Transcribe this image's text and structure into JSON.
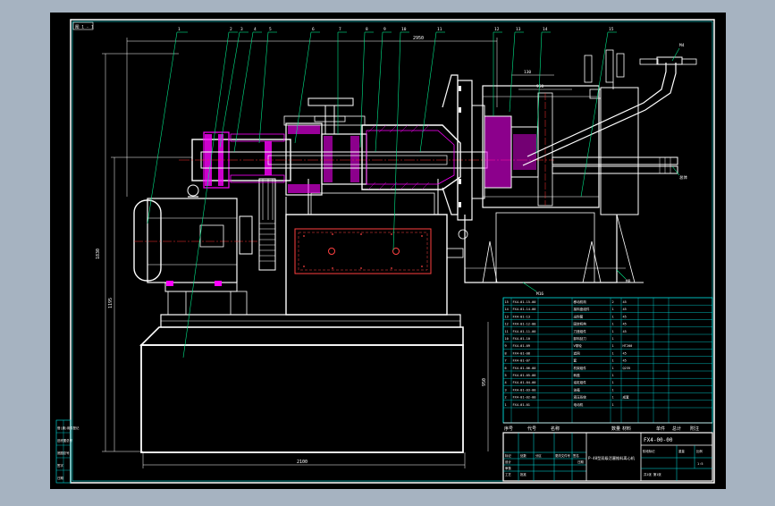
{
  "sheet_tag": "图 1 - 1",
  "dims": {
    "top_total": "2950",
    "left_total": "1830",
    "left_sub": "1195",
    "bottom_total": "2100",
    "right_side": "950",
    "mid_a": "130",
    "mid_b": "950"
  },
  "balloons": [
    "1",
    "2",
    "3",
    "4",
    "5",
    "6",
    "7",
    "8",
    "9",
    "10",
    "11",
    "12",
    "13",
    "14",
    "15"
  ],
  "side_notes": {
    "top_right": "M4",
    "right_mid": "总体",
    "bottom_a": "M16",
    "bottom_b": "M8"
  },
  "bom": {
    "rows": [
      [
        "15",
        "FX4-01-15-00",
        "移动机构",
        "2",
        "45"
      ],
      [
        "14",
        "FX4-01-14-00",
        "接料盘组件",
        "1",
        "45"
      ],
      [
        "13",
        "FX4-01-13",
        "出料管",
        "1",
        "45"
      ],
      [
        "12",
        "FX4-01-12-00",
        "固定机构",
        "1",
        "45"
      ],
      [
        "11",
        "FX4-01-11-00",
        "刀座组件",
        "1",
        "45"
      ],
      [
        "10",
        "FX4-01-10",
        "卸料刮刀",
        "1",
        ""
      ],
      [
        "9",
        "FX4-01-09",
        "V带轮",
        "1",
        "HT200"
      ],
      [
        "8",
        "FX4-01-08",
        "滤网",
        "1",
        "45"
      ],
      [
        "7",
        "FX4-01-07",
        "套",
        "1",
        "45"
      ],
      [
        "6",
        "FX4-01-06-00",
        "机架组件",
        "1",
        "Q235"
      ],
      [
        "5",
        "FX4-01-05-00",
        "转鼓",
        "1",
        ""
      ],
      [
        "4",
        "FX4-01-04-00",
        "油缸组件",
        "1",
        ""
      ],
      [
        "3",
        "FX4-01-03-00",
        "油箱",
        "1",
        ""
      ],
      [
        "2",
        "FX4-01-02-00",
        "液压系统",
        "1",
        "成套"
      ],
      [
        "1",
        "FX4-01-01",
        "电动机",
        "1",
        ""
      ]
    ],
    "header": [
      "序号",
      "代号",
      "名称",
      "数量",
      "材料",
      "单件",
      "总计",
      "附注"
    ],
    "title_code": "FX4-00-00",
    "title_name": "P-40型双级活塞推料离心机",
    "title_cells": [
      "标记",
      "处数",
      "分区",
      "更改文件号",
      "签名",
      "日期"
    ],
    "design_labels": [
      "设计",
      "审核",
      "工艺",
      "批准"
    ],
    "right_cells": [
      "阶段标记",
      "重量",
      "比例",
      "1:5"
    ],
    "sheet_count": "共1张 第1张"
  },
  "left_strip": [
    "借(通)用件登记",
    "旧底图总号",
    "底图总号",
    "签字",
    "日期"
  ]
}
